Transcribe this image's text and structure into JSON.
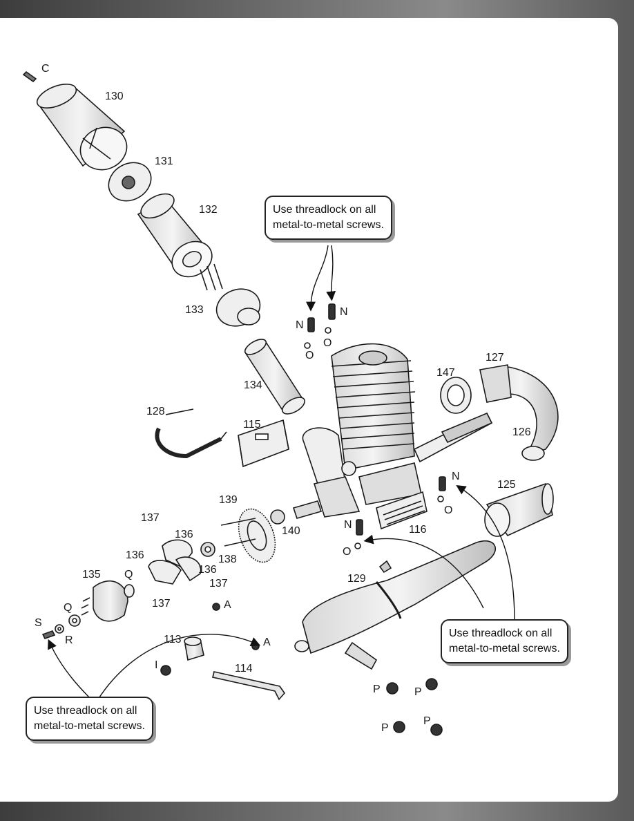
{
  "callouts": [
    {
      "line1": "Use threadlock on all",
      "line2": "metal-to-metal screws."
    },
    {
      "line1": "Use threadlock on all",
      "line2": "metal-to-metal screws."
    },
    {
      "line1": "Use threadlock on all",
      "line2": "metal-to-metal screws."
    }
  ],
  "labels": {
    "c": "C",
    "p130": "130",
    "p131": "131",
    "p132": "132",
    "p133": "133",
    "p134": "134",
    "n1": "N",
    "n2": "N",
    "o1": "O",
    "o2": "O",
    "p147": "147",
    "p127": "127",
    "p126": "126",
    "p128": "128",
    "p115": "115",
    "n3": "N",
    "o3": "O",
    "p125": "125",
    "p139": "139",
    "p140": "140",
    "n4": "N",
    "o4": "O",
    "p116": "116",
    "p137a": "137",
    "p136a": "136",
    "p136b": "136",
    "p138": "138",
    "p136c": "136",
    "p137b": "137",
    "p135": "135",
    "q1": "Q",
    "p137c": "137",
    "a1": "A",
    "p129": "129",
    "q2": "Q",
    "s": "S",
    "r": "R",
    "p113": "113",
    "a2": "A",
    "i": "I",
    "p114": "114",
    "p1": "P",
    "p2": "P",
    "p3": "P",
    "p4": "P"
  },
  "colors": {
    "ink": "#1a1a1a",
    "fill": "#e9e9e9",
    "shade": "#bdbdbd"
  }
}
